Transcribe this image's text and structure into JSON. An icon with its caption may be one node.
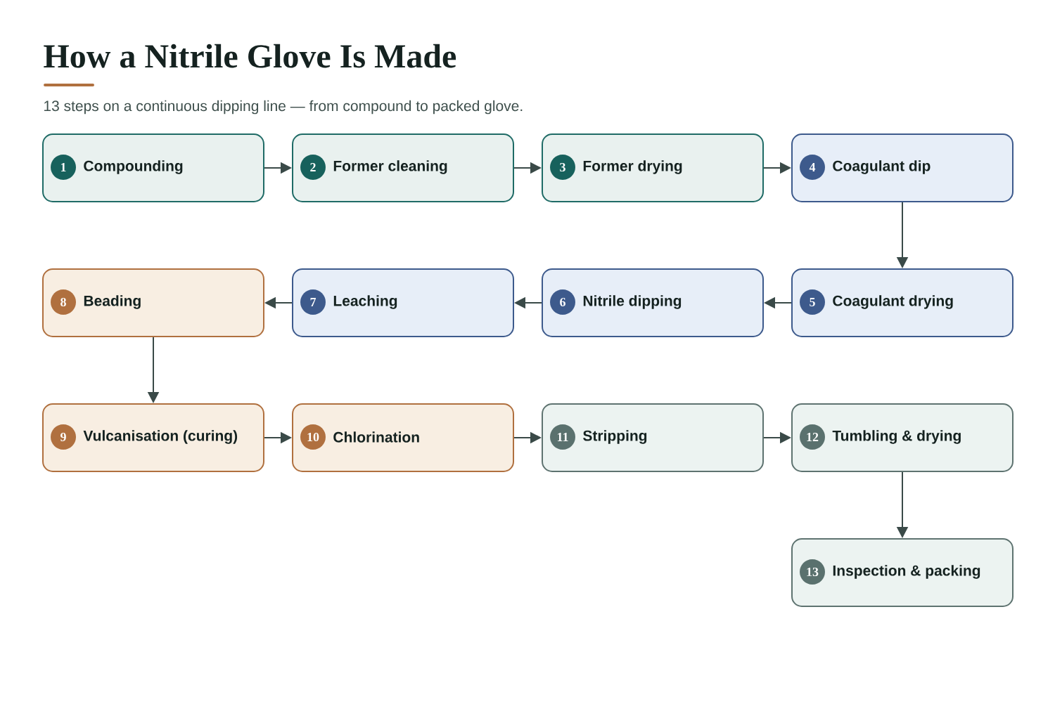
{
  "diagram": {
    "title": "How a Nitrile Glove Is Made",
    "caption": "13 steps on a continuous dipping line — from compound to packed glove.",
    "nodes": [
      {
        "text": [
          "1",
          "Compounding"
        ]
      },
      {
        "text": [
          "2",
          "Former cleaning"
        ]
      },
      {
        "text": [
          "3",
          "Former drying"
        ]
      },
      {
        "text": [
          "4",
          "Coagulant dip"
        ]
      },
      {
        "text": [
          "5",
          "Coagulant drying"
        ]
      },
      {
        "text": [
          "6",
          "Nitrile dipping"
        ]
      },
      {
        "text": [
          "7",
          "Leaching"
        ]
      },
      {
        "text": [
          "8",
          "Beading"
        ]
      },
      {
        "text": [
          "9",
          "Vulcanisation (curing)"
        ]
      },
      {
        "text": [
          "10",
          "Chlorination"
        ]
      },
      {
        "text": [
          "11",
          "Stripping"
        ]
      },
      {
        "text": [
          "12",
          "Tumbling & drying"
        ]
      },
      {
        "text": [
          "13",
          "Inspection & packing"
        ]
      }
    ],
    "edges": [
      {
        "from": 0,
        "to": 1,
        "arrow": "to"
      },
      {
        "from": 1,
        "to": 2,
        "arrow": "to"
      },
      {
        "from": 2,
        "to": 3,
        "arrow": "to"
      },
      {
        "from": 3,
        "to": 4,
        "arrow": "to"
      },
      {
        "from": 4,
        "to": 5,
        "arrow": "to"
      },
      {
        "from": 5,
        "to": 6,
        "arrow": "to"
      },
      {
        "from": 6,
        "to": 7,
        "arrow": "to"
      },
      {
        "from": 7,
        "to": 8,
        "arrow": "to"
      },
      {
        "from": 8,
        "to": 9,
        "arrow": "to"
      },
      {
        "from": 9,
        "to": 10,
        "arrow": "to"
      },
      {
        "from": 10,
        "to": 11,
        "arrow": "to"
      },
      {
        "from": 11,
        "to": 12,
        "arrow": "to"
      }
    ]
  }
}
